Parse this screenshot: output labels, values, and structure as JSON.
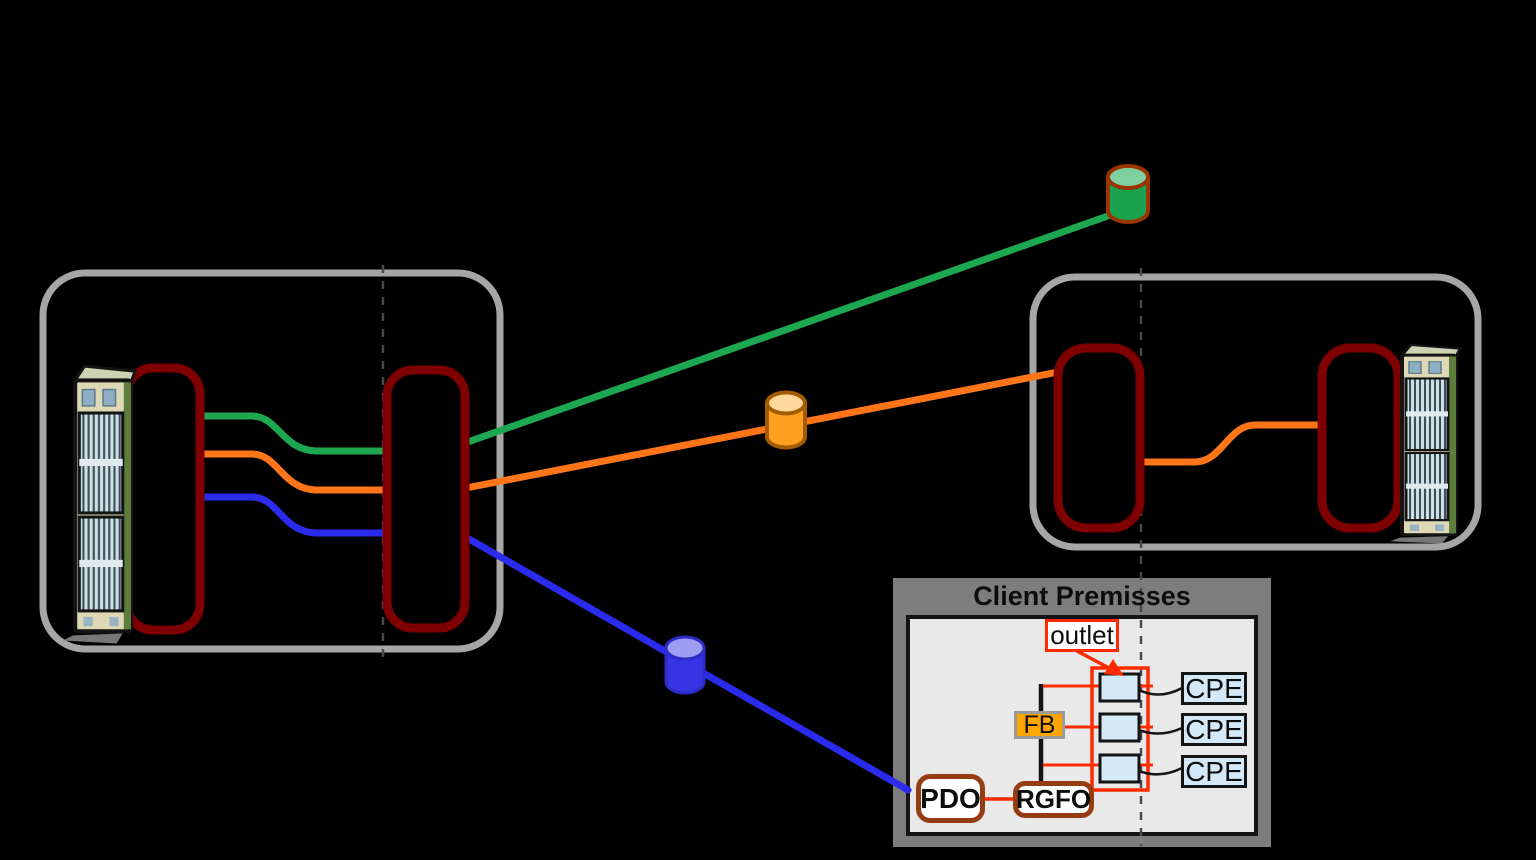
{
  "client_premises": {
    "title": "Client Premisses",
    "outlet_label": "outlet",
    "fb_label": "FB",
    "pdo_label": "PDO",
    "rgfo_label": "RGFO",
    "cpe_boxes": [
      {
        "label": "CPE"
      },
      {
        "label": "CPE"
      },
      {
        "label": "CPE"
      }
    ]
  },
  "icons": {
    "left_site_server": "server-rack-icon",
    "right_site_server": "server-rack-icon",
    "green_splice": "splice-closure-cylinder-green",
    "orange_splice": "splice-closure-cylinder-orange",
    "blue_splice": "splice-closure-cylinder-blue"
  },
  "colors": {
    "background": "#000000",
    "fiber_green": "#1ea751",
    "fiber_orange": "#ff7518",
    "fiber_blue": "#2b2bee",
    "splice_green_fill": "#1aa24c",
    "splice_green_top": "#7fd0a0",
    "splice_green_outline": "#993300",
    "splice_orange_fill": "#ffa01e",
    "splice_orange_top": "#ffd89d",
    "splice_orange_outline": "#a35c00",
    "splice_blue_fill": "#3535e6",
    "splice_blue_top": "#9d9df2",
    "site_boundary_gray": "#a6a6a6",
    "odf_dark_red": "#7e0000",
    "premises_bar_gray": "#7d7d7d",
    "premises_body_gray": "#e9e9e9",
    "connector_red": "#ff2a00",
    "cpe_fill": "#d3e9f8",
    "fb_fill": "#ffa500",
    "dashed_boundary": "#4a4a4a"
  }
}
